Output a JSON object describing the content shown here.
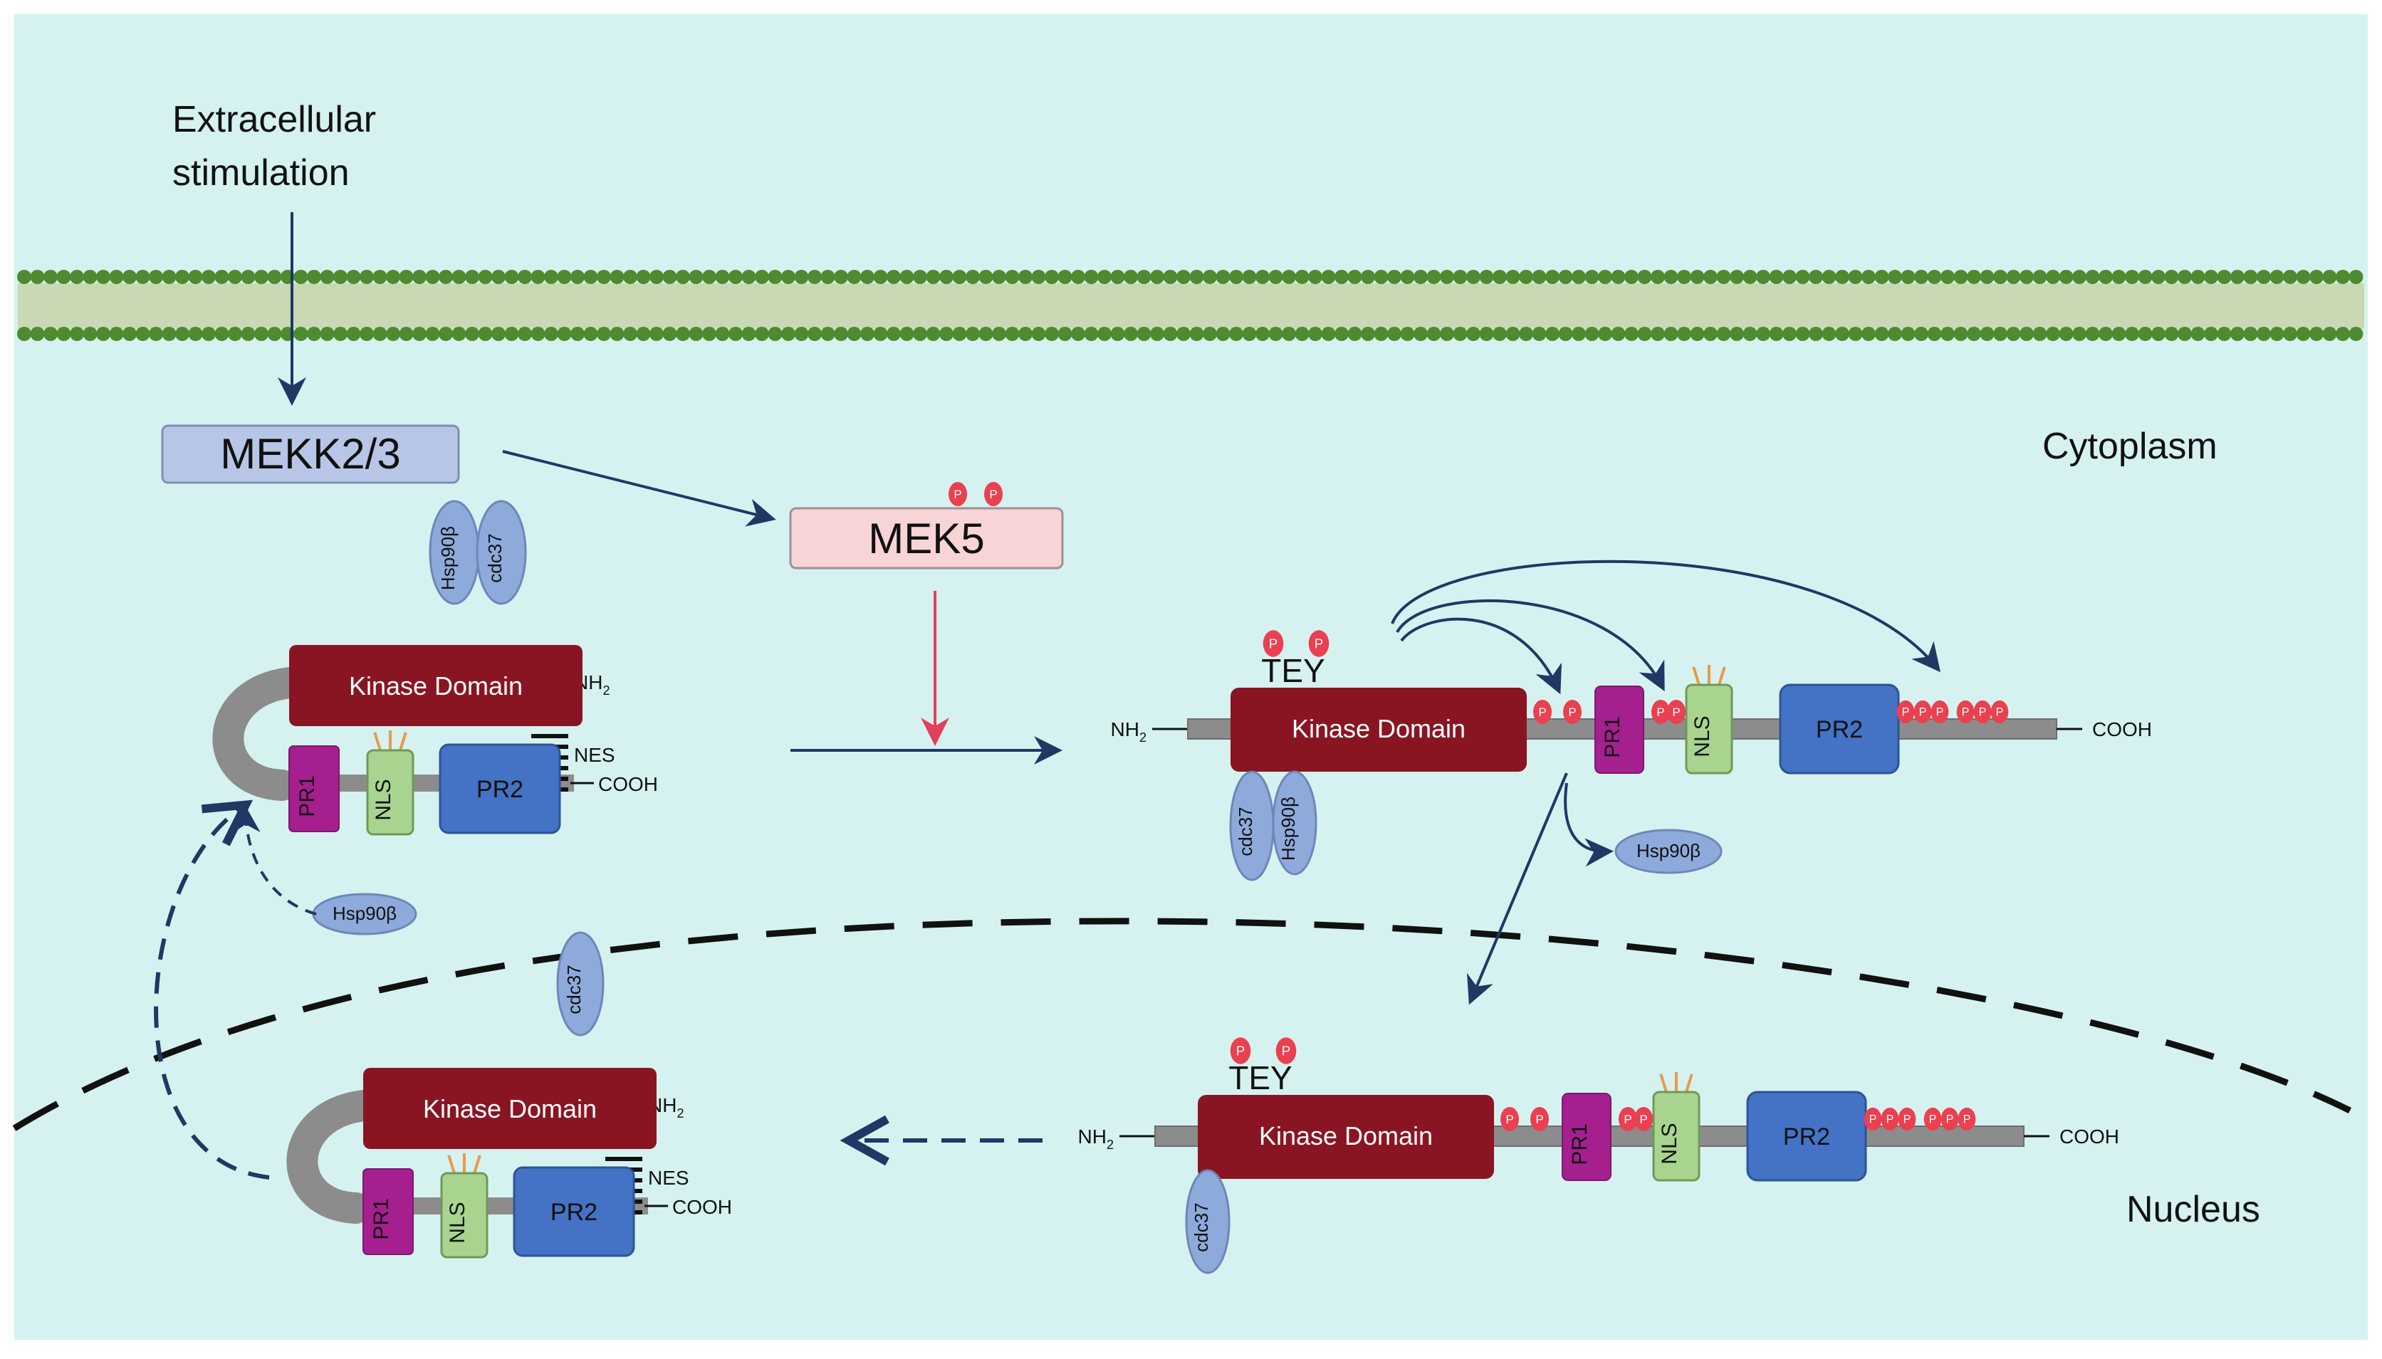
{
  "colors": {
    "background": "#d5f2f0",
    "membrane_head": "#4e8a2f",
    "membrane_tail": "#c9d9b4",
    "mekk_box": "#b7c6e6",
    "mek5_box": "#f7d4d6",
    "kinase_domain": "#891523",
    "linker": "#8c8c8c",
    "pr1": "#a51f8f",
    "nls": "#a8d48f",
    "pr2": "#4472c4",
    "chaperone": "#8eaadb",
    "phospho": "#ea4050",
    "arrow": "#1f3864",
    "red_arrow": "#e0405a",
    "text": "#111111"
  },
  "labels": {
    "stimulation_line1": "Extracellular",
    "stimulation_line2": "stimulation",
    "mekk": "MEKK2/3",
    "mek5": "MEK5",
    "cytoplasm": "Cytoplasm",
    "nucleus": "Nucleus",
    "phospho": "P",
    "tey": "TEY",
    "kinase_domain": "Kinase Domain",
    "pr1": "PR1",
    "pr2": "PR2",
    "nls": "NLS",
    "nes": "NES",
    "nh2": "NH",
    "nh2_sub": "2",
    "cooh": "COOH",
    "hsp90": "Hsp90β",
    "cdc37": "cdc37"
  }
}
